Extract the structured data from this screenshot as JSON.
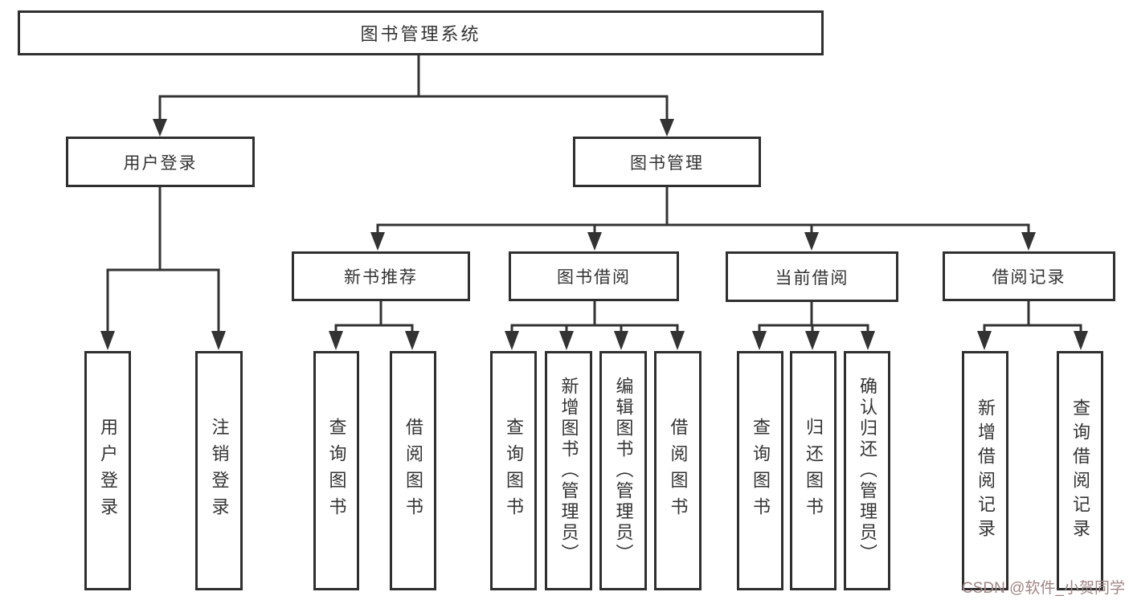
{
  "title": {
    "label": "图书管理系统"
  },
  "level2": {
    "user_login": {
      "label": "用户登录"
    },
    "book_management": {
      "label": "图书管理"
    }
  },
  "level3": {
    "new_book_recommend": {
      "label": "新书推荐"
    },
    "book_borrow": {
      "label": "图书借阅"
    },
    "current_borrow": {
      "label": "当前借阅"
    },
    "borrow_records": {
      "label": "借阅记录"
    }
  },
  "leaves": {
    "user_login": {
      "label": "用户登录"
    },
    "logout": {
      "label": "注销登录"
    },
    "query_books_recommend": {
      "label": "查询图书"
    },
    "borrow_books_recommend": {
      "label": "借阅图书"
    },
    "query_books_borrow": {
      "label": "查询图书"
    },
    "add_book_admin": {
      "label": "新增图书（管理员）"
    },
    "edit_book_admin": {
      "label": "编辑图书（管理员）"
    },
    "borrow_books_borrow": {
      "label": "借阅图书"
    },
    "query_books_current": {
      "label": "查询图书"
    },
    "return_book": {
      "label": "归还图书"
    },
    "confirm_return_admin": {
      "label": "确认归还（管理员）"
    },
    "add_borrow_record": {
      "label": "新增借阅记录"
    },
    "query_borrow_record": {
      "label": "查询借阅记录"
    }
  },
  "watermark": {
    "text": "CSDN @软件_小贺同学"
  },
  "colors": {
    "line": "#333333",
    "box_border": "#2f2f2f",
    "text": "#333333",
    "watermark": "#a08585",
    "background": "#ffffff"
  }
}
